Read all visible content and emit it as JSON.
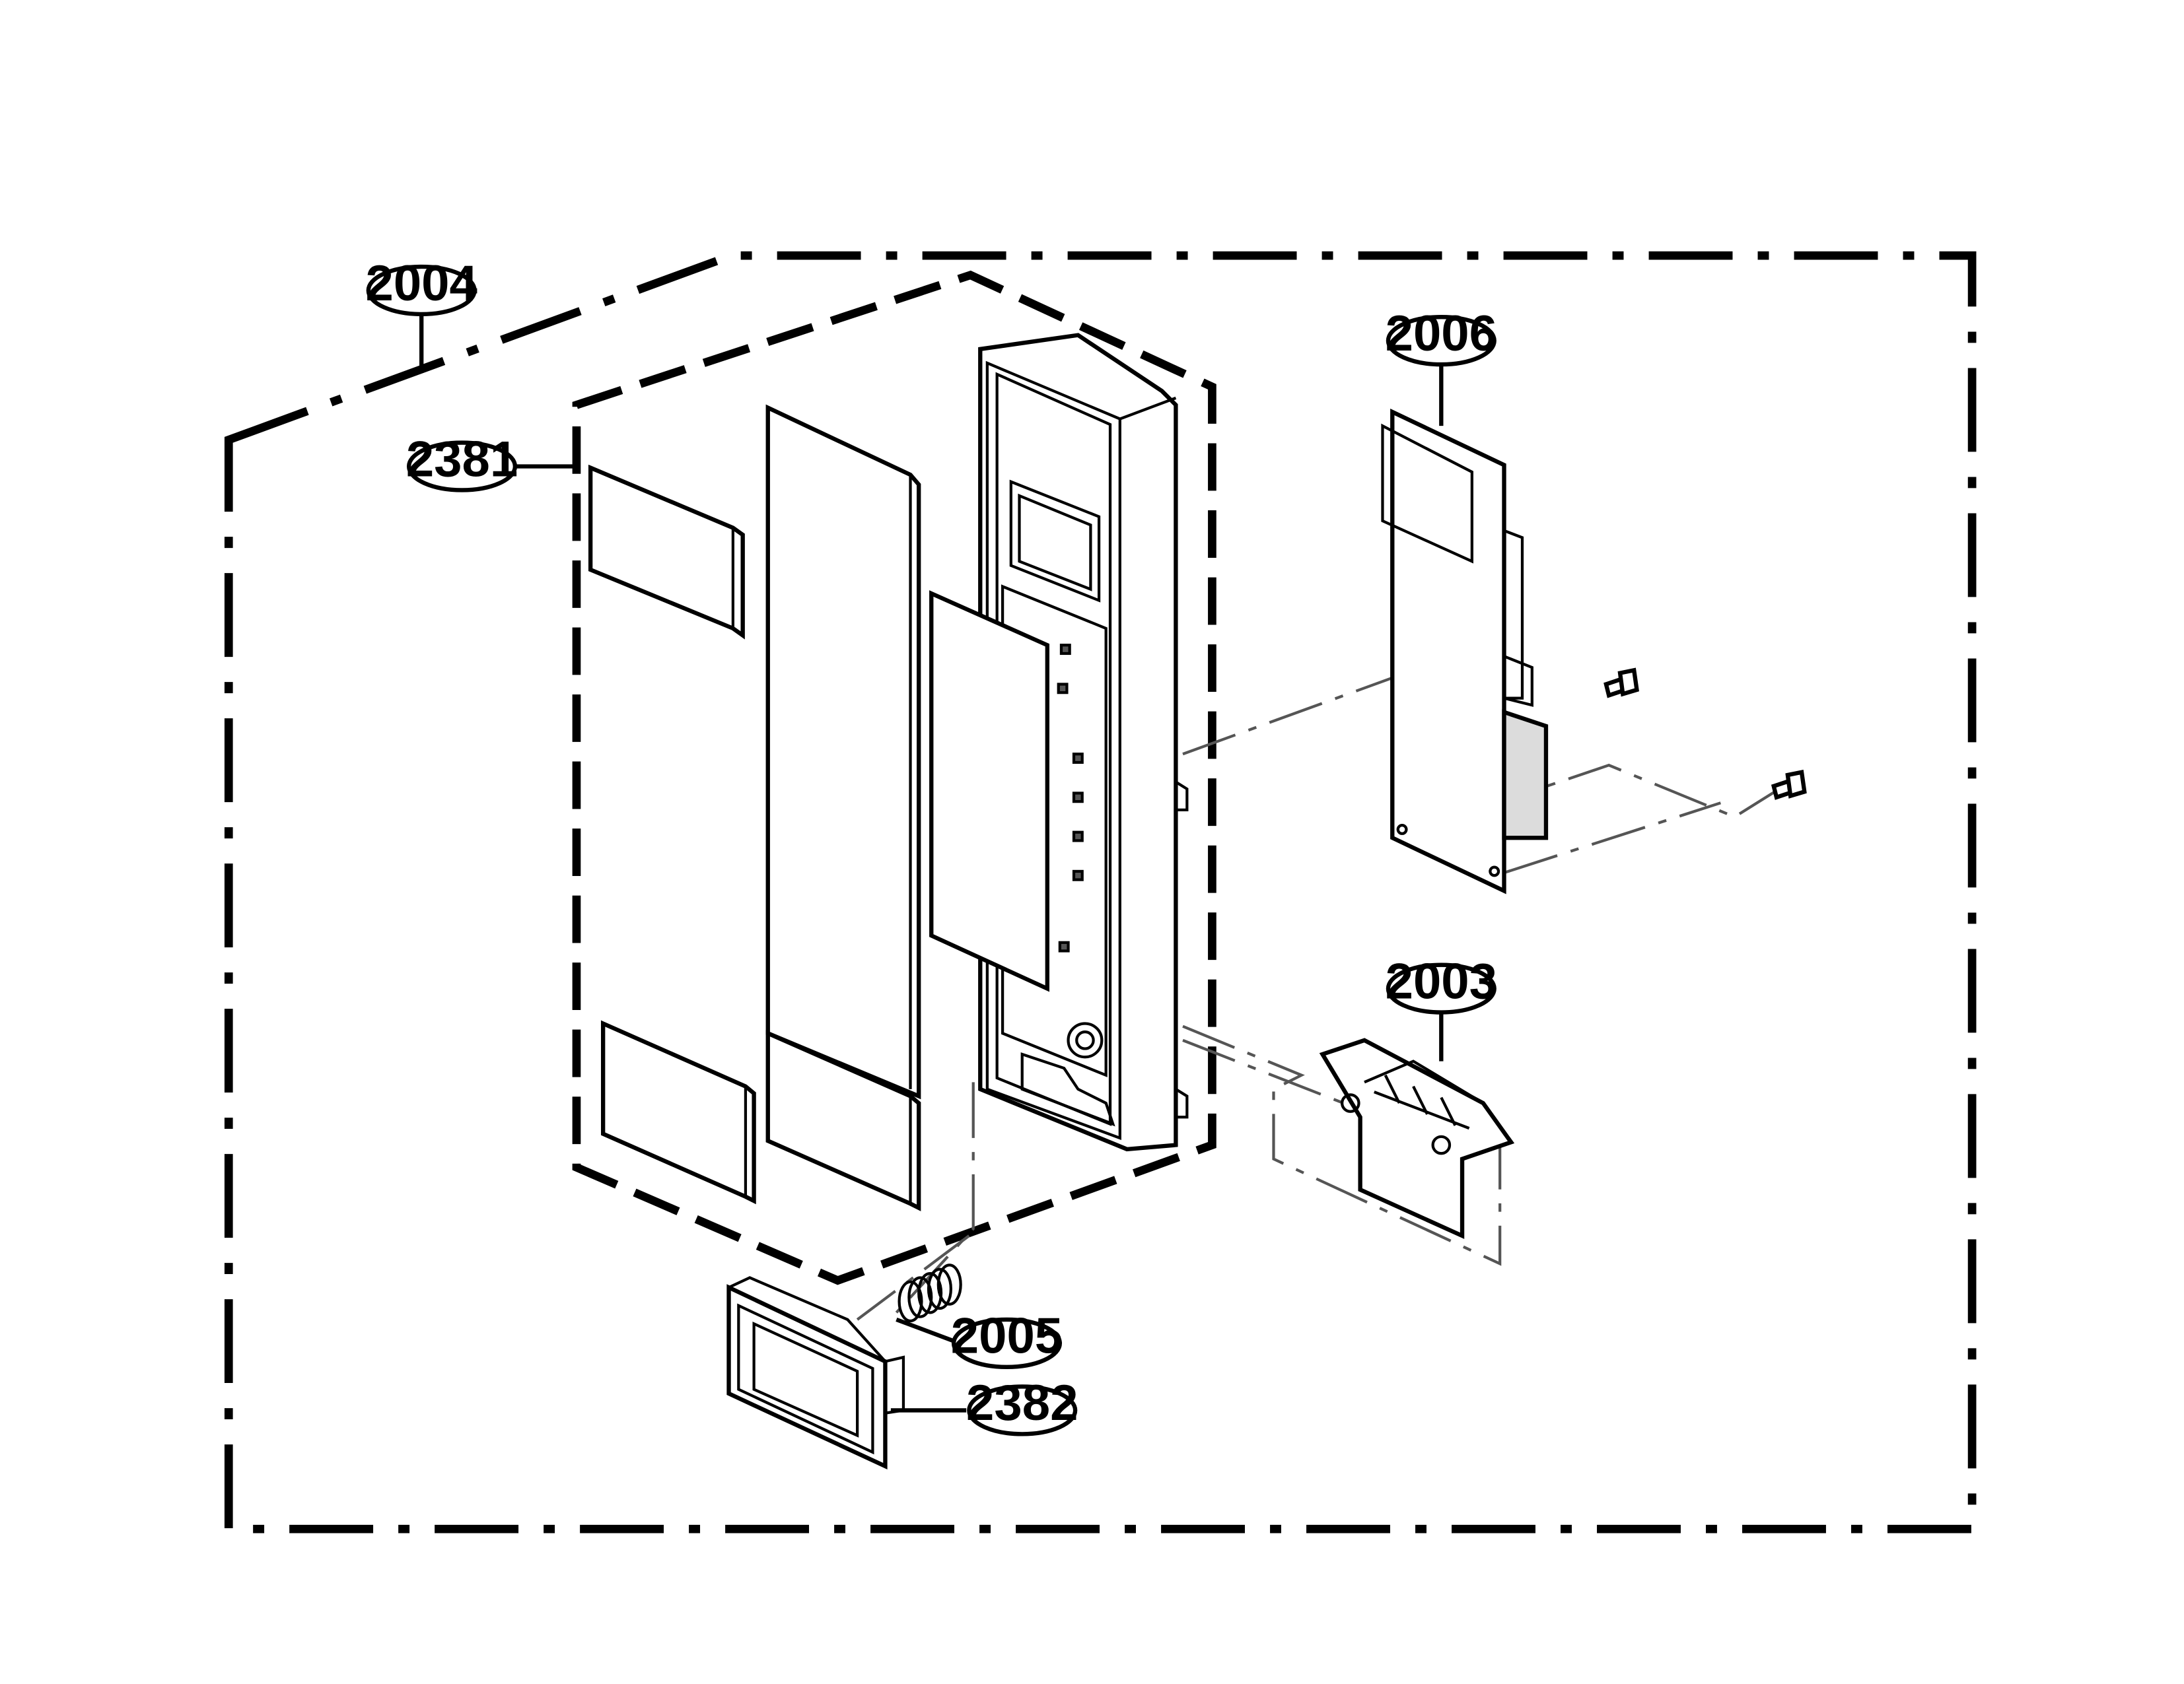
{
  "callouts": [
    {
      "id": "c2004",
      "label": "2004"
    },
    {
      "id": "c2381",
      "label": "2381"
    },
    {
      "id": "c2006",
      "label": "2006"
    },
    {
      "id": "c2003",
      "label": "2003"
    },
    {
      "id": "c2005",
      "label": "2005"
    },
    {
      "id": "c2382",
      "label": "2382"
    }
  ]
}
